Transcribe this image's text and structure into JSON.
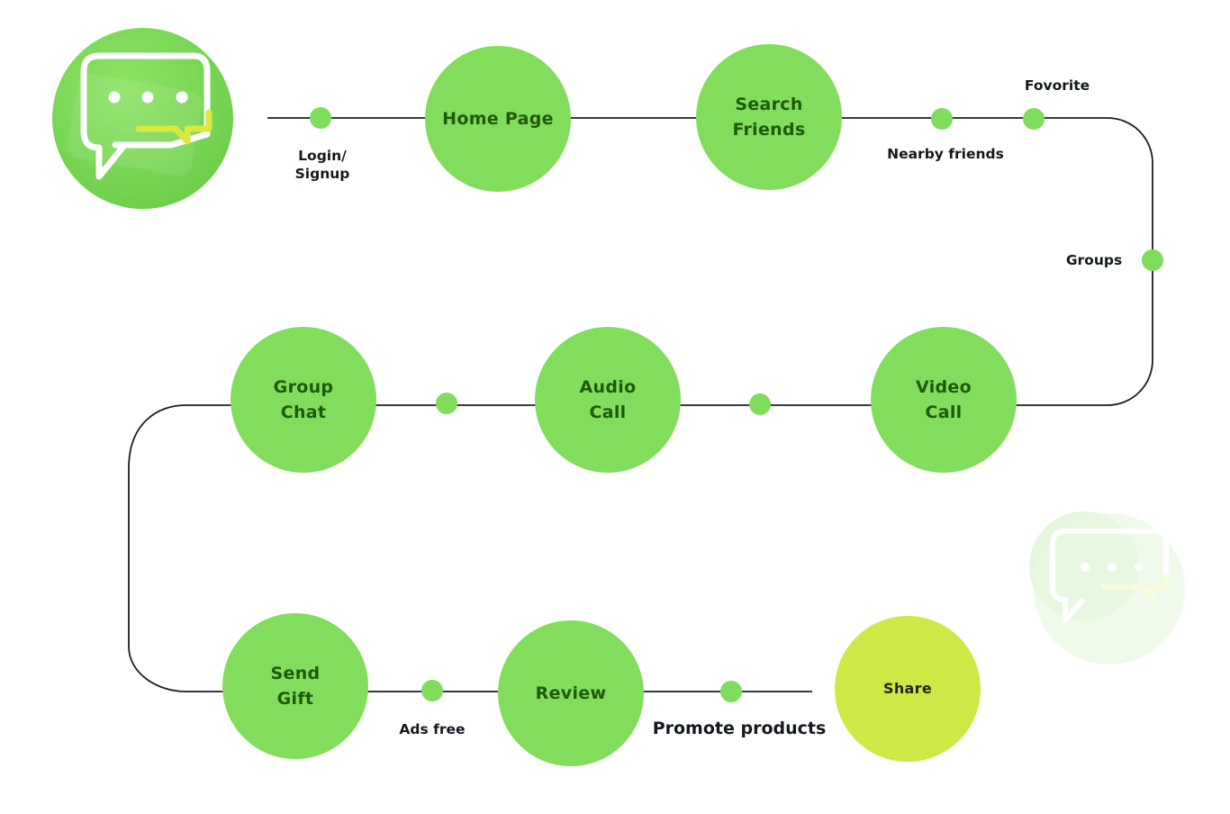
{
  "colors": {
    "node_fill": "#82dd5c",
    "node_text": "#1e5a0c",
    "share_fill": "#cfe846",
    "share_text": "#1f2a10",
    "dot_fill": "#7fdc5d",
    "line": "#1a1f24",
    "label_text": "#14191f"
  },
  "logo": {
    "icon": "chat-bubble-icon"
  },
  "nodes": {
    "home_page": {
      "line1": "Home Page"
    },
    "search_friends": {
      "line1": "Search",
      "line2": "Friends"
    },
    "video_call": {
      "line1": "Video",
      "line2": "Call"
    },
    "audio_call": {
      "line1": "Audio",
      "line2": "Call"
    },
    "group_chat": {
      "line1": "Group",
      "line2": "Chat"
    },
    "send_gift": {
      "line1": "Send",
      "line2": "Gift"
    },
    "review": {
      "line1": "Review"
    },
    "share": {
      "line1": "Share"
    }
  },
  "labels": {
    "login_line1": "Login/",
    "login_line2": "Signup",
    "nearby_friends": "Nearby friends",
    "fovorite": "Fovorite",
    "groups": "Groups",
    "ads_free": "Ads free",
    "promote_products": "Promote products"
  }
}
